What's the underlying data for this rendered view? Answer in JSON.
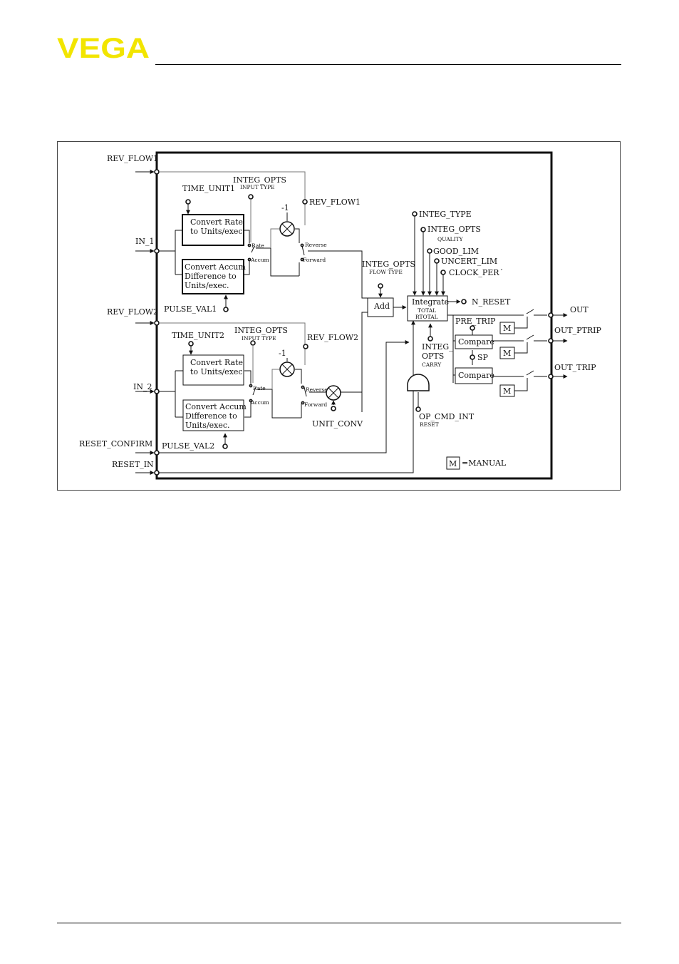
{
  "header": {
    "logo_text": "VEGA",
    "brand_color": "#F2E500"
  },
  "diagram": {
    "inputs": {
      "rev_flow1": "REV_FLOW1",
      "in_1": "IN_1",
      "rev_flow2": "REV_FLOW2",
      "in_2": "IN_2",
      "reset_confirm": "RESET_CONFIRM",
      "reset_in": "RESET_IN"
    },
    "params": {
      "time_unit1": "TIME_UNIT1",
      "time_unit2": "TIME_UNIT2",
      "pulse_val1": "PULSE_VAL1",
      "pulse_val2": "PULSE_VAL2",
      "integ_opts_input_1": "INTEG_OPTS",
      "integ_opts_input_2": "INTEG_OPTS",
      "input_type_1": "INPUT TYPE",
      "input_type_2": "INPUT TYPE",
      "rev_flow1_param": "REV_FLOW1",
      "rev_flow2_param": "REV_FLOW2",
      "integ_opts_flow": "INTEG_OPTS",
      "flow_type": "FLOW TYPE",
      "integ_type": "INTEG_TYPE",
      "integ_opts_quality": "INTEG_OPTS",
      "quality": "QUALITY",
      "good_lim": "GOOD_LIM",
      "uncert_lim": "UNCERT_LIM",
      "clock_per": "CLOCK_PER´",
      "n_reset": "N_RESET",
      "integ_opts_carry_1": "INTEG_",
      "integ_opts_carry_2": "OPTS",
      "carry": "CARRY",
      "pre_trip": "PRE_TRIP",
      "sp": "SP",
      "unit_conv": "UNIT_CONV",
      "op_cmd_int": "OP_CMD_INT",
      "reset": "RESET",
      "minus_one_1": "-1",
      "minus_one_2": "-1"
    },
    "blocks": {
      "convert_rate1_l1": "Convert Rate",
      "convert_rate1_l2": "to Units/exec",
      "convert_accum1_l1": "Convert Accum",
      "convert_accum1_l2": "Difference to",
      "convert_accum1_l3": "Units/exec.",
      "convert_rate2_l1": "Convert Rate",
      "convert_rate2_l2": "to Units/exec",
      "convert_accum2_l1": "Convert Accum",
      "convert_accum2_l2": "Difference to",
      "convert_accum2_l3": "Units/exec.",
      "add": "Add",
      "integrate": "Integrate",
      "total": "TOTAL",
      "rtotal": "RTOTAL",
      "compare1": "Compare",
      "compare2": "Compare"
    },
    "switches": {
      "rate1": "Rate",
      "accum1": "Accum",
      "reverse1": "Reverse",
      "forward1": "Forward",
      "rate2": "Rate",
      "accum2": "Accum",
      "reverse2": "Reverse",
      "forward2": "Forward"
    },
    "outputs": {
      "out": "OUT",
      "out_ptrip": "OUT_PTRIP",
      "out_trip": "OUT_TRIP"
    },
    "manual": {
      "m": "M",
      "legend": "=MANUAL"
    }
  }
}
